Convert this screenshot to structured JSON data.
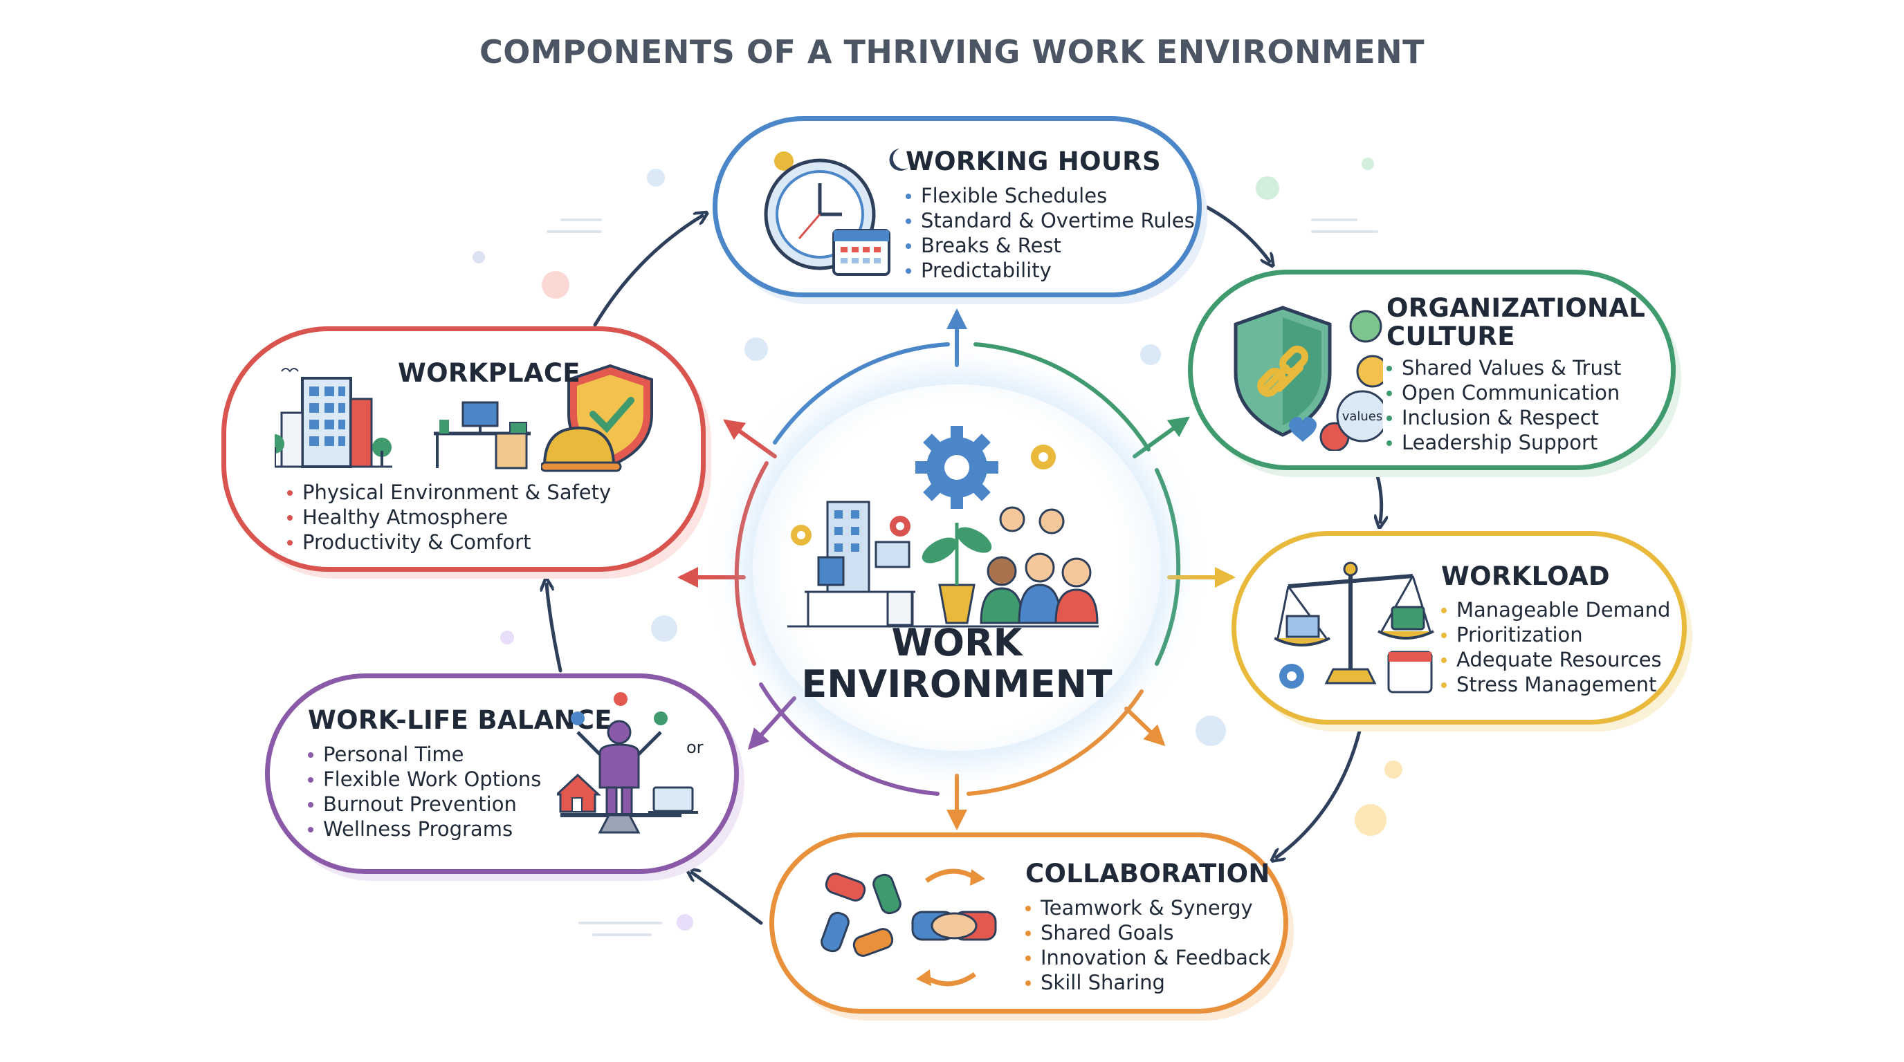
{
  "title": "COMPONENTS OF A THRIVING WORK ENVIRONMENT",
  "center": {
    "label_line1": "WORK",
    "label_line2": "ENVIRONMENT"
  },
  "colors": {
    "working_hours": "#4a86c8",
    "organizational_culture": "#3f9a6e",
    "workload": "#e8b93b",
    "collaboration": "#e8903a",
    "work_life_balance": "#8a5aa8",
    "workplace": "#d9534f",
    "cycle_arrow": "#2e3f5c",
    "title": "#4b5563"
  },
  "components": {
    "working_hours": {
      "title": "WORKING HOURS",
      "items": [
        "Flexible Schedules",
        "Standard & Overtime Rules",
        "Breaks & Rest",
        "Predictability"
      ]
    },
    "organizational_culture": {
      "title_line1": "ORGANIZATIONAL",
      "title_line2": "CULTURE",
      "badge": "values",
      "items": [
        "Shared Values & Trust",
        "Open Communication",
        "Inclusion & Respect",
        "Leadership Support"
      ]
    },
    "workload": {
      "title": "WORKLOAD",
      "items": [
        "Manageable Demand",
        "Prioritization",
        "Adequate Resources",
        "Stress Management"
      ]
    },
    "collaboration": {
      "title": "COLLABORATION",
      "items": [
        "Teamwork & Synergy",
        "Shared Goals",
        "Innovation & Feedback",
        "Skill Sharing"
      ]
    },
    "work_life_balance": {
      "title": "WORK-LIFE BALANCE",
      "or_label": "or",
      "items": [
        "Personal Time",
        "Flexible Work Options",
        "Burnout Prevention",
        "Wellness Programs"
      ]
    },
    "workplace": {
      "title": "WORKPLACE",
      "items": [
        "Physical Environment & Safety",
        "Healthy Atmosphere",
        "Productivity & Comfort"
      ]
    }
  }
}
